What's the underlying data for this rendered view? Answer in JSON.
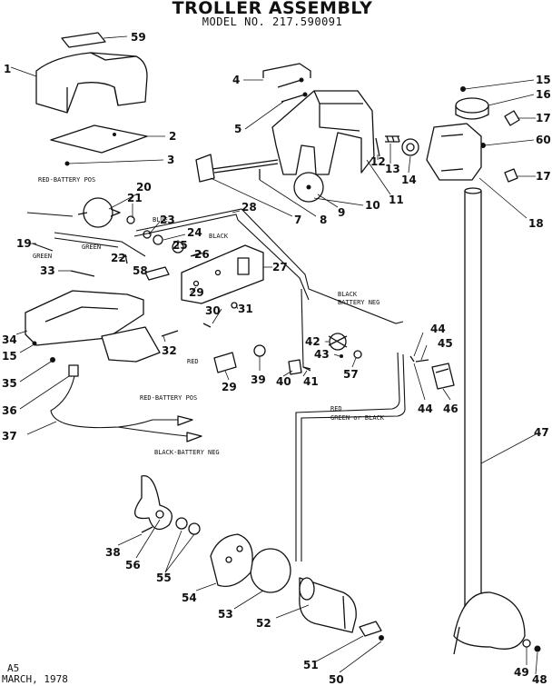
{
  "header": {
    "title": "TROLLER ASSEMBLY",
    "model": "MODEL NO. 217.590091"
  },
  "footer": {
    "code": "A5",
    "date": "MARCH, 1978"
  },
  "wire_labels": {
    "red_battery_pos_top": "RED-BATTERY POS",
    "blue": "BLUE",
    "black_top": "BLACK",
    "green_a": "GREEN",
    "green_b": "GREEN",
    "black_battery_neg_mid_1": "BLACK",
    "black_battery_neg_mid_2": "BATTERY NEG",
    "red_small": "RED",
    "red_right": "RED",
    "green_or_black": "GREEN or BLACK",
    "red_battery_pos_bottom": "RED-BATTERY POS",
    "black_battery_neg_bottom": "BLACK-BATTERY NEG"
  },
  "parts": [
    {
      "id": "1",
      "label": "1"
    },
    {
      "id": "2",
      "label": "2"
    },
    {
      "id": "3",
      "label": "3"
    },
    {
      "id": "4",
      "label": "4"
    },
    {
      "id": "5",
      "label": "5"
    },
    {
      "id": "7",
      "label": "7"
    },
    {
      "id": "8",
      "label": "8"
    },
    {
      "id": "9",
      "label": "9"
    },
    {
      "id": "10",
      "label": "10"
    },
    {
      "id": "11",
      "label": "11"
    },
    {
      "id": "12",
      "label": "12"
    },
    {
      "id": "13",
      "label": "13"
    },
    {
      "id": "14",
      "label": "14"
    },
    {
      "id": "15a",
      "label": "15"
    },
    {
      "id": "15b",
      "label": "15"
    },
    {
      "id": "16",
      "label": "16"
    },
    {
      "id": "17a",
      "label": "17"
    },
    {
      "id": "17b",
      "label": "17"
    },
    {
      "id": "18",
      "label": "18"
    },
    {
      "id": "19",
      "label": "19"
    },
    {
      "id": "20",
      "label": "20"
    },
    {
      "id": "21",
      "label": "21"
    },
    {
      "id": "22",
      "label": "22"
    },
    {
      "id": "23",
      "label": "23"
    },
    {
      "id": "24",
      "label": "24"
    },
    {
      "id": "25",
      "label": "25"
    },
    {
      "id": "26",
      "label": "26"
    },
    {
      "id": "27",
      "label": "27"
    },
    {
      "id": "28",
      "label": "28"
    },
    {
      "id": "29a",
      "label": "29"
    },
    {
      "id": "29b",
      "label": "29"
    },
    {
      "id": "30",
      "label": "30"
    },
    {
      "id": "31",
      "label": "31"
    },
    {
      "id": "32",
      "label": "32"
    },
    {
      "id": "33",
      "label": "33"
    },
    {
      "id": "34",
      "label": "34"
    },
    {
      "id": "35",
      "label": "35"
    },
    {
      "id": "36",
      "label": "36"
    },
    {
      "id": "37",
      "label": "37"
    },
    {
      "id": "38",
      "label": "38"
    },
    {
      "id": "39",
      "label": "39"
    },
    {
      "id": "40",
      "label": "40"
    },
    {
      "id": "41",
      "label": "41"
    },
    {
      "id": "42",
      "label": "42"
    },
    {
      "id": "43",
      "label": "43"
    },
    {
      "id": "44a",
      "label": "44"
    },
    {
      "id": "44b",
      "label": "44"
    },
    {
      "id": "45",
      "label": "45"
    },
    {
      "id": "46",
      "label": "46"
    },
    {
      "id": "47",
      "label": "47"
    },
    {
      "id": "48",
      "label": "48"
    },
    {
      "id": "49",
      "label": "49"
    },
    {
      "id": "50",
      "label": "50"
    },
    {
      "id": "51",
      "label": "51"
    },
    {
      "id": "52",
      "label": "52"
    },
    {
      "id": "53",
      "label": "53"
    },
    {
      "id": "54",
      "label": "54"
    },
    {
      "id": "55",
      "label": "55"
    },
    {
      "id": "56",
      "label": "56"
    },
    {
      "id": "57",
      "label": "57"
    },
    {
      "id": "58",
      "label": "58"
    },
    {
      "id": "59",
      "label": "59"
    },
    {
      "id": "60",
      "label": "60"
    }
  ]
}
